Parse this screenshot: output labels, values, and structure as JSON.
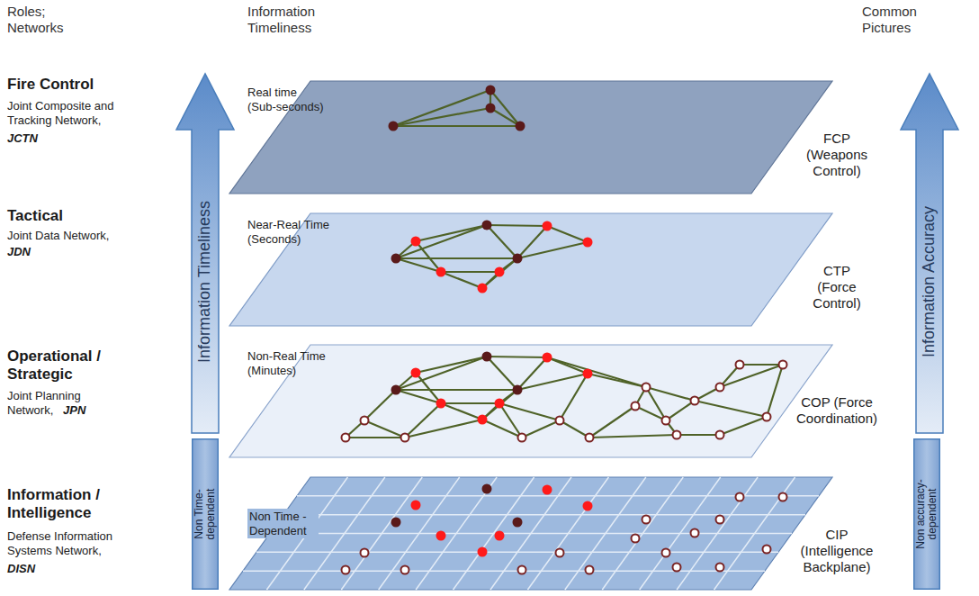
{
  "diagram": {
    "nodes": [
      {
        "text": [
          "Information Timeliness"
        ]
      },
      {
        "text": [
          "Real time (Sub-seconds)",
          "FCP (Weapons Control)"
        ]
      },
      {
        "text": [
          "Information Accuracy"
        ]
      },
      {
        "text": [
          "Near-Real Time (Seconds)",
          "CTP (Force Control)"
        ]
      },
      {
        "text": [
          "Non-Real Time (Minutes)",
          "COP (Force Coordination)"
        ]
      },
      {
        "text": [
          "Non Time-dependent"
        ]
      },
      {
        "text": [
          "Non Time -Dependent",
          "CIP (Intelligence Backplane)"
        ]
      },
      {
        "text": [
          "Non accuracy-dependent"
        ]
      }
    ],
    "edges": [],
    "labels": [
      "Roles; Networks",
      "Information Timeliness",
      "Common Pictures",
      "Fire Control",
      "Joint Composite and Tracking Network,",
      "JCTN",
      "Tactical",
      "Joint Data Network,",
      "JDN",
      "Operational / Strategic",
      "Joint Planning Network,",
      "JPN",
      "Information / Intelligence",
      "Defense Information Systems Network,",
      "DISN"
    ]
  }
}
